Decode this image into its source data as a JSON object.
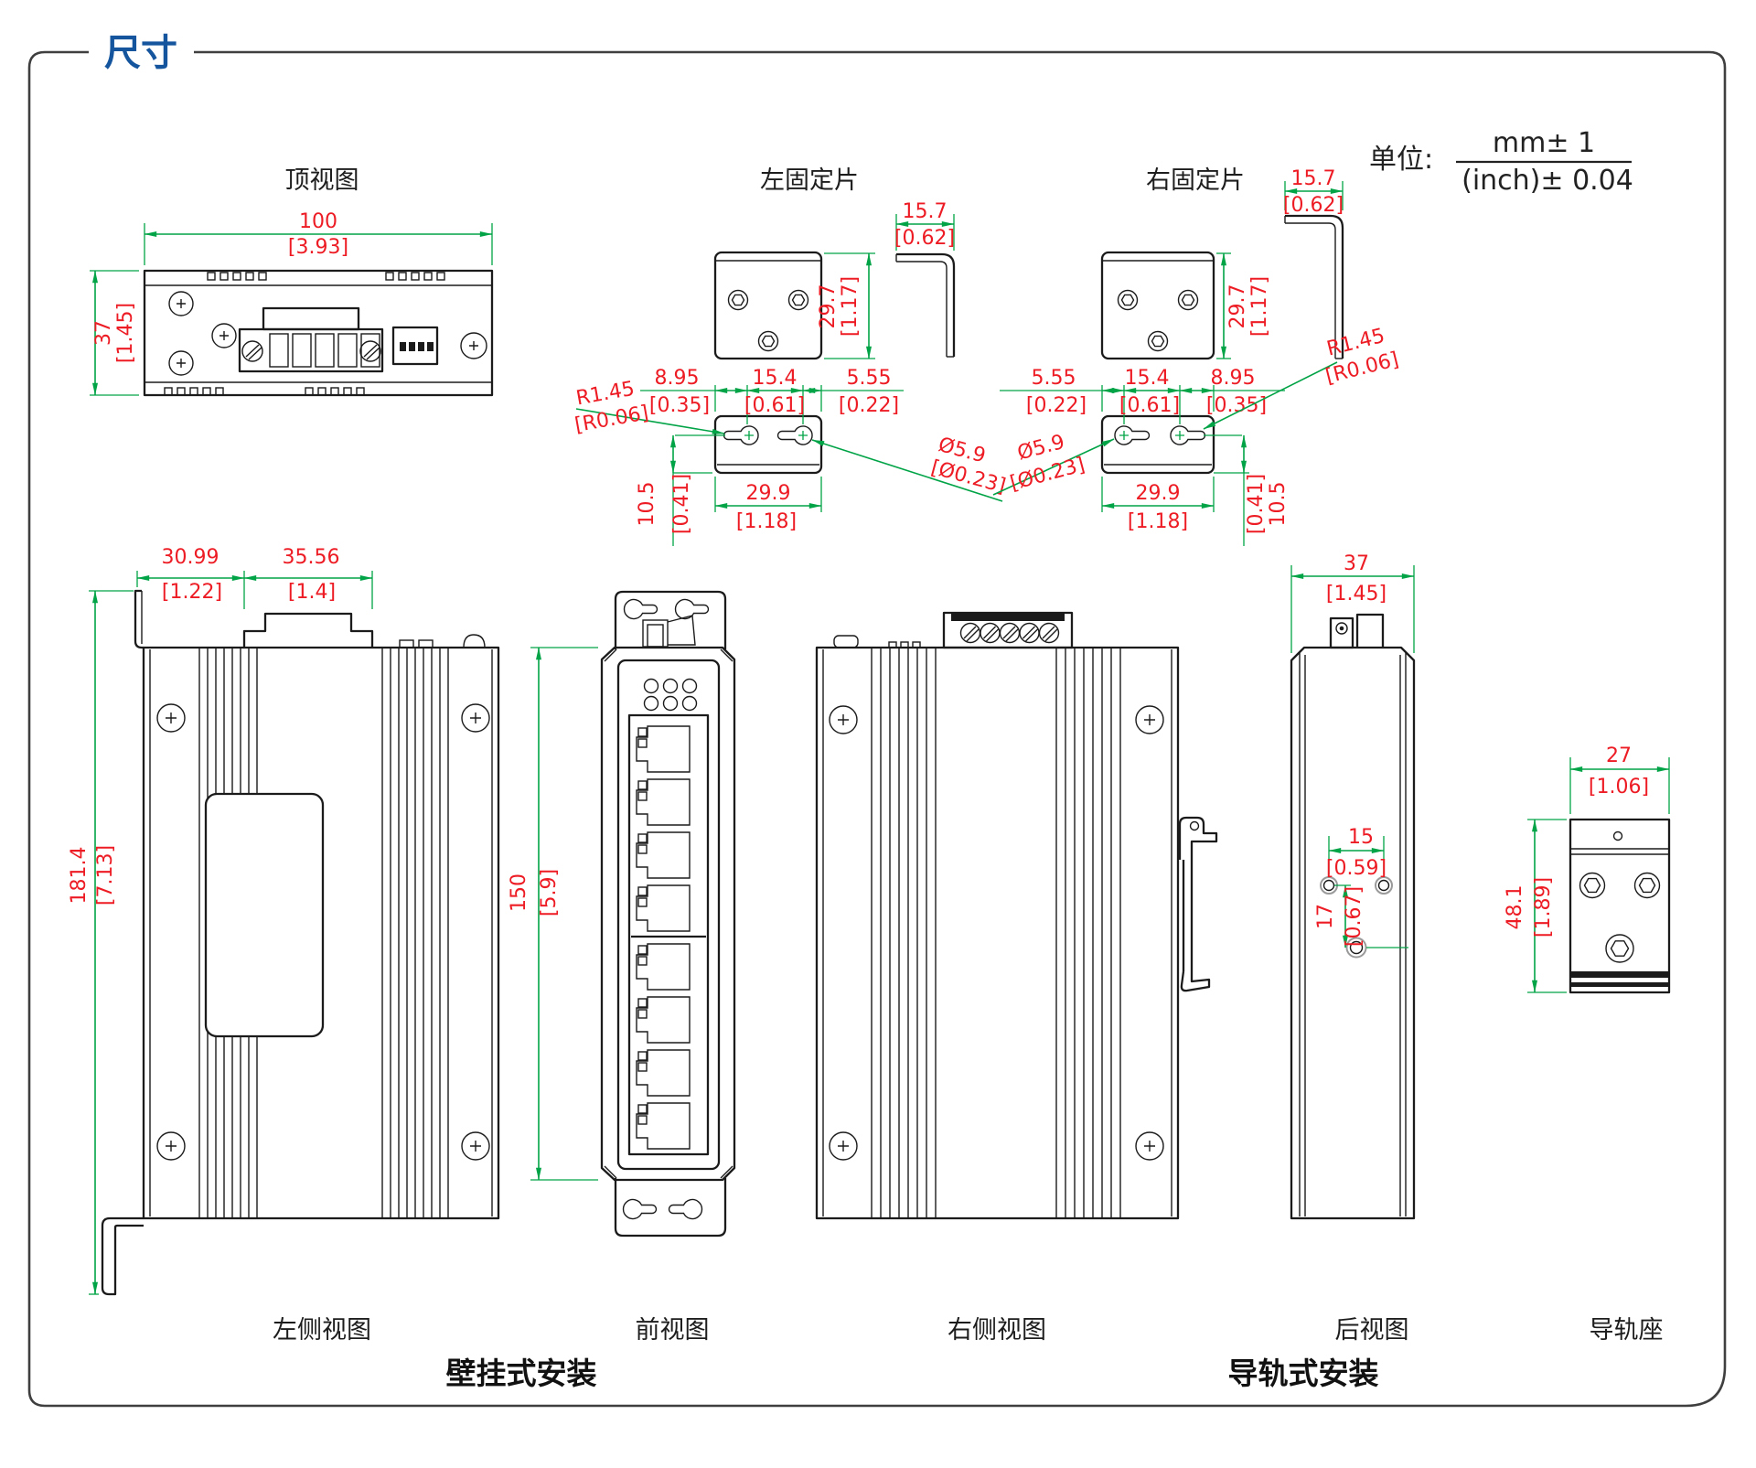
{
  "header": {
    "title": "尺寸",
    "unit_prefix": "单位:",
    "unit_mm": "mm± 1",
    "unit_inch": "(inch)± 0.04"
  },
  "view_labels": {
    "top": "顶视图",
    "left_plate": "左固定片",
    "right_plate": "右固定片",
    "left_side": "左侧视图",
    "front": "前视图",
    "right_side": "右侧视图",
    "rear": "后视图",
    "rail_seat": "导轨座"
  },
  "captions": {
    "wall_mount": "壁挂式安装",
    "din_mount": "导轨式安装"
  },
  "dims": {
    "d100": {
      "mm": "100",
      "in": "[3.93]"
    },
    "d37": {
      "mm": "37",
      "in": "[1.45]"
    },
    "d157": {
      "mm": "15.7",
      "in": "[0.62]"
    },
    "d297": {
      "mm": "29.7",
      "in": "[1.17]"
    },
    "d895": {
      "mm": "8.95",
      "in": "[0.35]"
    },
    "d154": {
      "mm": "15.4",
      "in": "[0.61]"
    },
    "d555": {
      "mm": "5.55",
      "in": "[0.22]"
    },
    "r145": {
      "mm": "R1.45",
      "in": "[R0.06]"
    },
    "dia59": {
      "mm": "Ø5.9",
      "in": "[Ø0.23]"
    },
    "d105": {
      "mm": "10.5",
      "in": "[0.41]"
    },
    "d299": {
      "mm": "29.9",
      "in": "[1.18]"
    },
    "d3099": {
      "mm": "30.99",
      "in": "[1.22]"
    },
    "d3556": {
      "mm": "35.56",
      "in": "[1.4]"
    },
    "d1814": {
      "mm": "181.4",
      "in": "[7.13]"
    },
    "d150": {
      "mm": "150",
      "in": "[5.9]"
    },
    "d15": {
      "mm": "15",
      "in": "[0.59]"
    },
    "d17": {
      "mm": "17",
      "in": "[0.67]"
    },
    "d27": {
      "mm": "27",
      "in": "[1.06]"
    },
    "d481": {
      "mm": "48.1",
      "in": "[1.89]"
    }
  },
  "colors": {
    "dim_line": "#00a346",
    "dim_text": "#ed1c24",
    "title_blue": "#15559d",
    "outline": "#1b1b1b"
  }
}
